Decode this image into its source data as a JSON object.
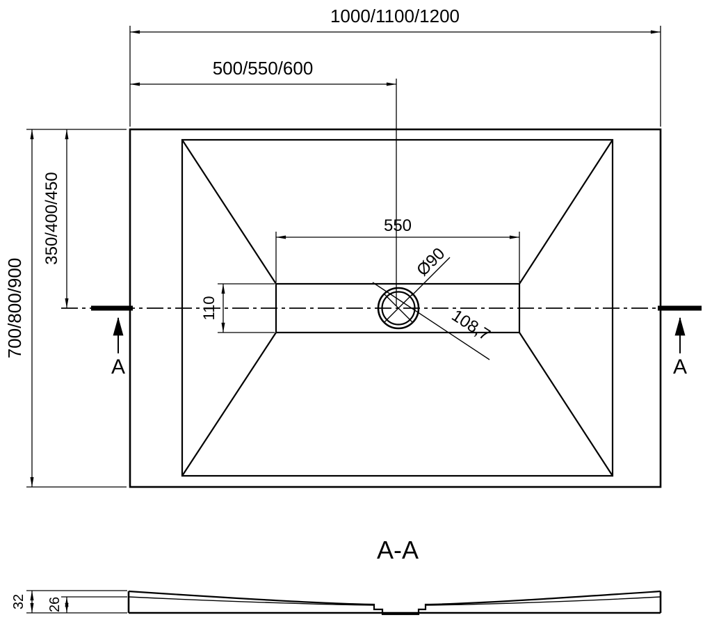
{
  "drawing": {
    "background": "#ffffff",
    "line_color": "#000000",
    "top_view": {
      "dim_overall_width": "1000/1100/1200",
      "dim_center_width": "500/550/600",
      "dim_overall_depth": "700/800/900",
      "dim_center_depth": "350/400/450",
      "dim_flat_width": "550",
      "dim_flat_depth": "110",
      "dim_drain_diameter": "Ø90",
      "dim_drain_distance": "108,7",
      "section_label_left": "A",
      "section_label_right": "A"
    },
    "section_view": {
      "title": "A-A",
      "dim_edge_height": "32",
      "dim_inner_height": "26"
    }
  }
}
